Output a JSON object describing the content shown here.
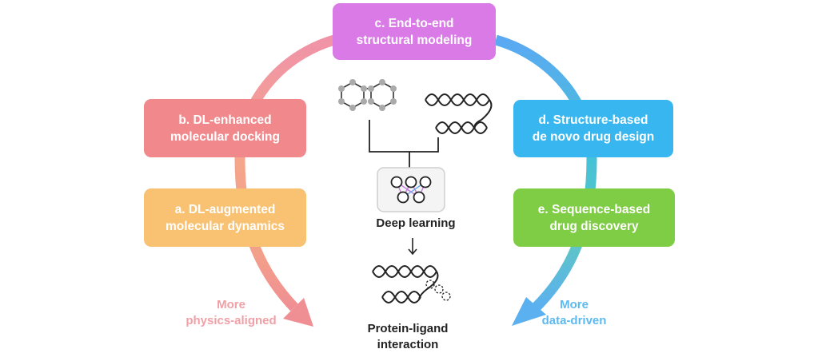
{
  "boxes": {
    "c": {
      "line1": "c. End-to-end",
      "line2": "structural modeling",
      "color": "#d97ae6"
    },
    "b": {
      "line1": "b. DL-enhanced",
      "line2": "molecular docking",
      "color": "#f1888c"
    },
    "a": {
      "line1": "a. DL-augmented",
      "line2": "molecular dynamics",
      "color": "#f8c272"
    },
    "d": {
      "line1": "d. Structure-based",
      "line2": "de novo drug design",
      "color": "#37b6f0"
    },
    "e": {
      "line1": "e. Sequence-based",
      "line2": "drug discovery",
      "color": "#7fcc45"
    }
  },
  "labels": {
    "physics_line1": "More",
    "physics_line2": "physics-aligned",
    "data_line1": "More",
    "data_line2": "data-driven",
    "deep_learning": "Deep learning",
    "protein_ligand_line1": "Protein-ligand",
    "protein_ligand_line2": "interaction"
  },
  "colors": {
    "left_arrow_top": "#f1888c",
    "left_arrow_bottom": "#f8c272",
    "right_arrow_top": "#37b6f0",
    "right_arrow_bottom": "#7fcc45",
    "physics_text": "#f0a0a6",
    "data_text": "#5cbaf1"
  },
  "icons": [
    "small-molecule-icon",
    "protein-helix-icon",
    "neural-network-icon",
    "down-arrow-icon",
    "protein-ligand-complex-icon"
  ]
}
